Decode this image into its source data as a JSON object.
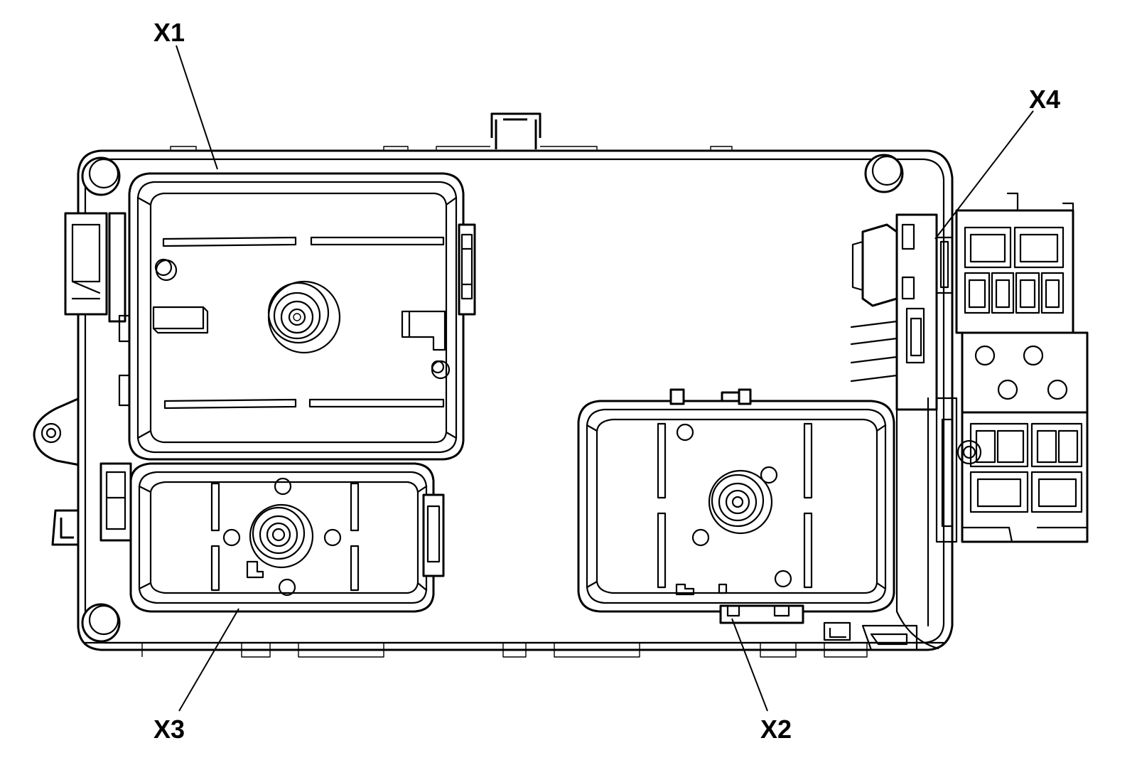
{
  "callouts": {
    "x1": "X1",
    "x2": "X2",
    "x3": "X3",
    "x4": "X4"
  }
}
